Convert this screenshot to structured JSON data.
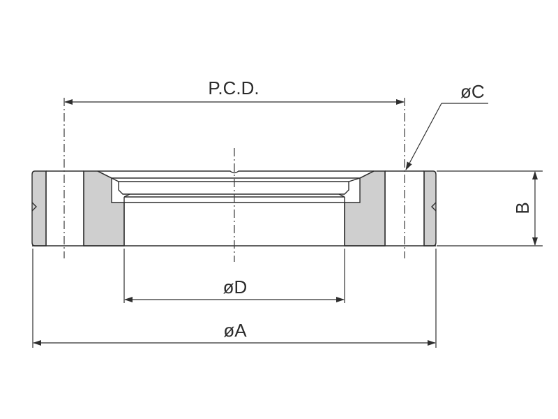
{
  "labels": {
    "pcd": "P.C.D.",
    "c": "øC",
    "b": "B",
    "d": "øD",
    "a": "øA"
  },
  "colors": {
    "section_fill": "#cfcfcf",
    "line": "#2e2e2e",
    "background": "#ffffff"
  }
}
